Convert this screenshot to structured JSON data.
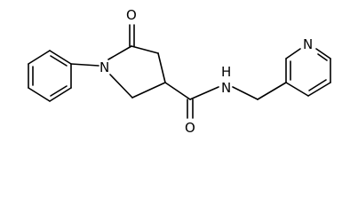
{
  "molecule": {
    "atoms": {
      "carbonyl_oxygen": "O",
      "lactam_nitrogen": "N",
      "amide_nitrogen": "N",
      "amide_hydrogen": "H",
      "amide_oxygen": "O",
      "pyridine_nitrogen": "N"
    }
  },
  "colors": {
    "bond": "#000000",
    "label": "#000000",
    "background": "#ffffff"
  }
}
